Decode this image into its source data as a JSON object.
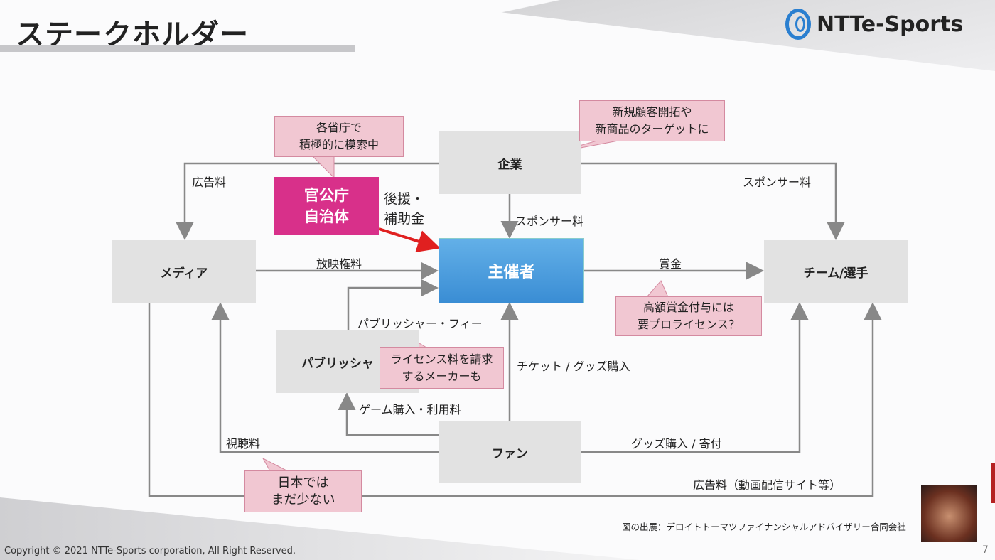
{
  "slide": {
    "title": "ステークホルダー",
    "logo": "NTTe-Sports",
    "copyright": "Copyright © 2021 NTTe-Sports corporation, All Right Reserved.",
    "source": "図の出展：デロイトトーマツファイナンシャルアドバイザリー合同会社",
    "page": "7"
  },
  "nodes": {
    "company": "企業",
    "organizer": "主催者",
    "media": "メディア",
    "team": "チーム/選手",
    "publisher": "パブリッシャ",
    "fan": "ファン",
    "gov_line1": "官公庁",
    "gov_line2": "自治体"
  },
  "flows": {
    "ad_fee": "広告料",
    "sponsor_fee_team": "スポンサー料",
    "sponsor_fee_org": "スポンサー料",
    "broadcast": "放映権料",
    "prize": "賞金",
    "publisher_fee": "パブリッシャー・フィー",
    "ticket": "チケット / グッズ購入",
    "game": "ゲーム購入・利用料",
    "viewing": "視聴料",
    "goods": "グッズ購入 / 寄付",
    "ad_video": "広告料（動画配信サイト等）",
    "support_line1": "後援・",
    "support_line2": "補助金"
  },
  "callouts": {
    "ministry_1": "各省庁で",
    "ministry_2": "積極的に模索中",
    "company_1": "新規顧客開拓や",
    "company_2": "新商品のターゲットに",
    "prize_1": "高額賞金付与には",
    "prize_2": "要プロライセンス？",
    "license_1": "ライセンス料を請求",
    "license_2": "するメーカーも",
    "japan_1": "日本では",
    "japan_2": "まだ少ない"
  },
  "colors": {
    "organizer": "#3a8dd4",
    "gov": "#d8308a",
    "callout": "#f1c7d2",
    "arrow": "#888888",
    "support_arrow": "#e02020"
  }
}
